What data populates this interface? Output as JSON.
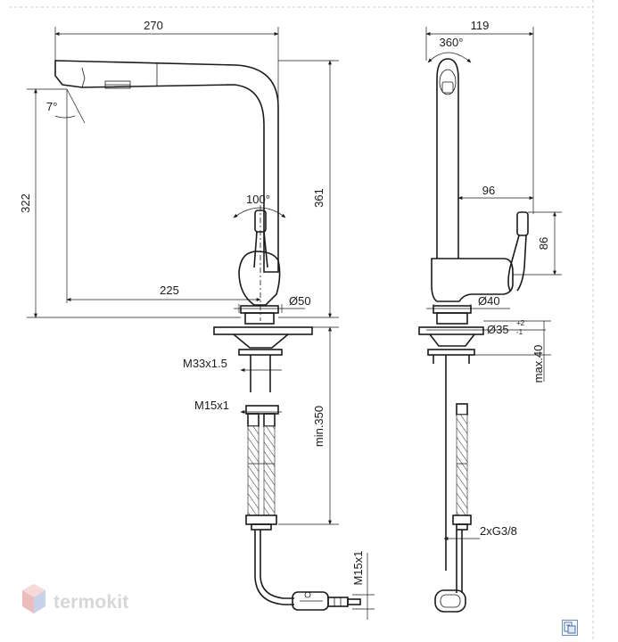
{
  "watermark": {
    "brand": "termokit"
  },
  "front_view": {
    "spout_length": "270",
    "total_height": "361",
    "spout_height": "322",
    "reach": "225",
    "spray_angle": "7°",
    "lever_angle": "100°",
    "body_diameter": "Ø50",
    "thread_mount": "M33x1.5",
    "thread_connection": "M15x1",
    "hose_length": "min.350",
    "thread_bottom": "M15x1"
  },
  "side_view": {
    "width": "119",
    "rotation": "360°",
    "lever_reach": "96",
    "lever_height": "86",
    "body_diameter": "Ø40",
    "hole_diameter": "Ø35",
    "hole_tolerance_upper": "+2",
    "hole_tolerance_lower": "-1",
    "max_thickness": "max.40",
    "connection": "2xG3/8"
  },
  "icons": {
    "corner": "document-icon"
  }
}
